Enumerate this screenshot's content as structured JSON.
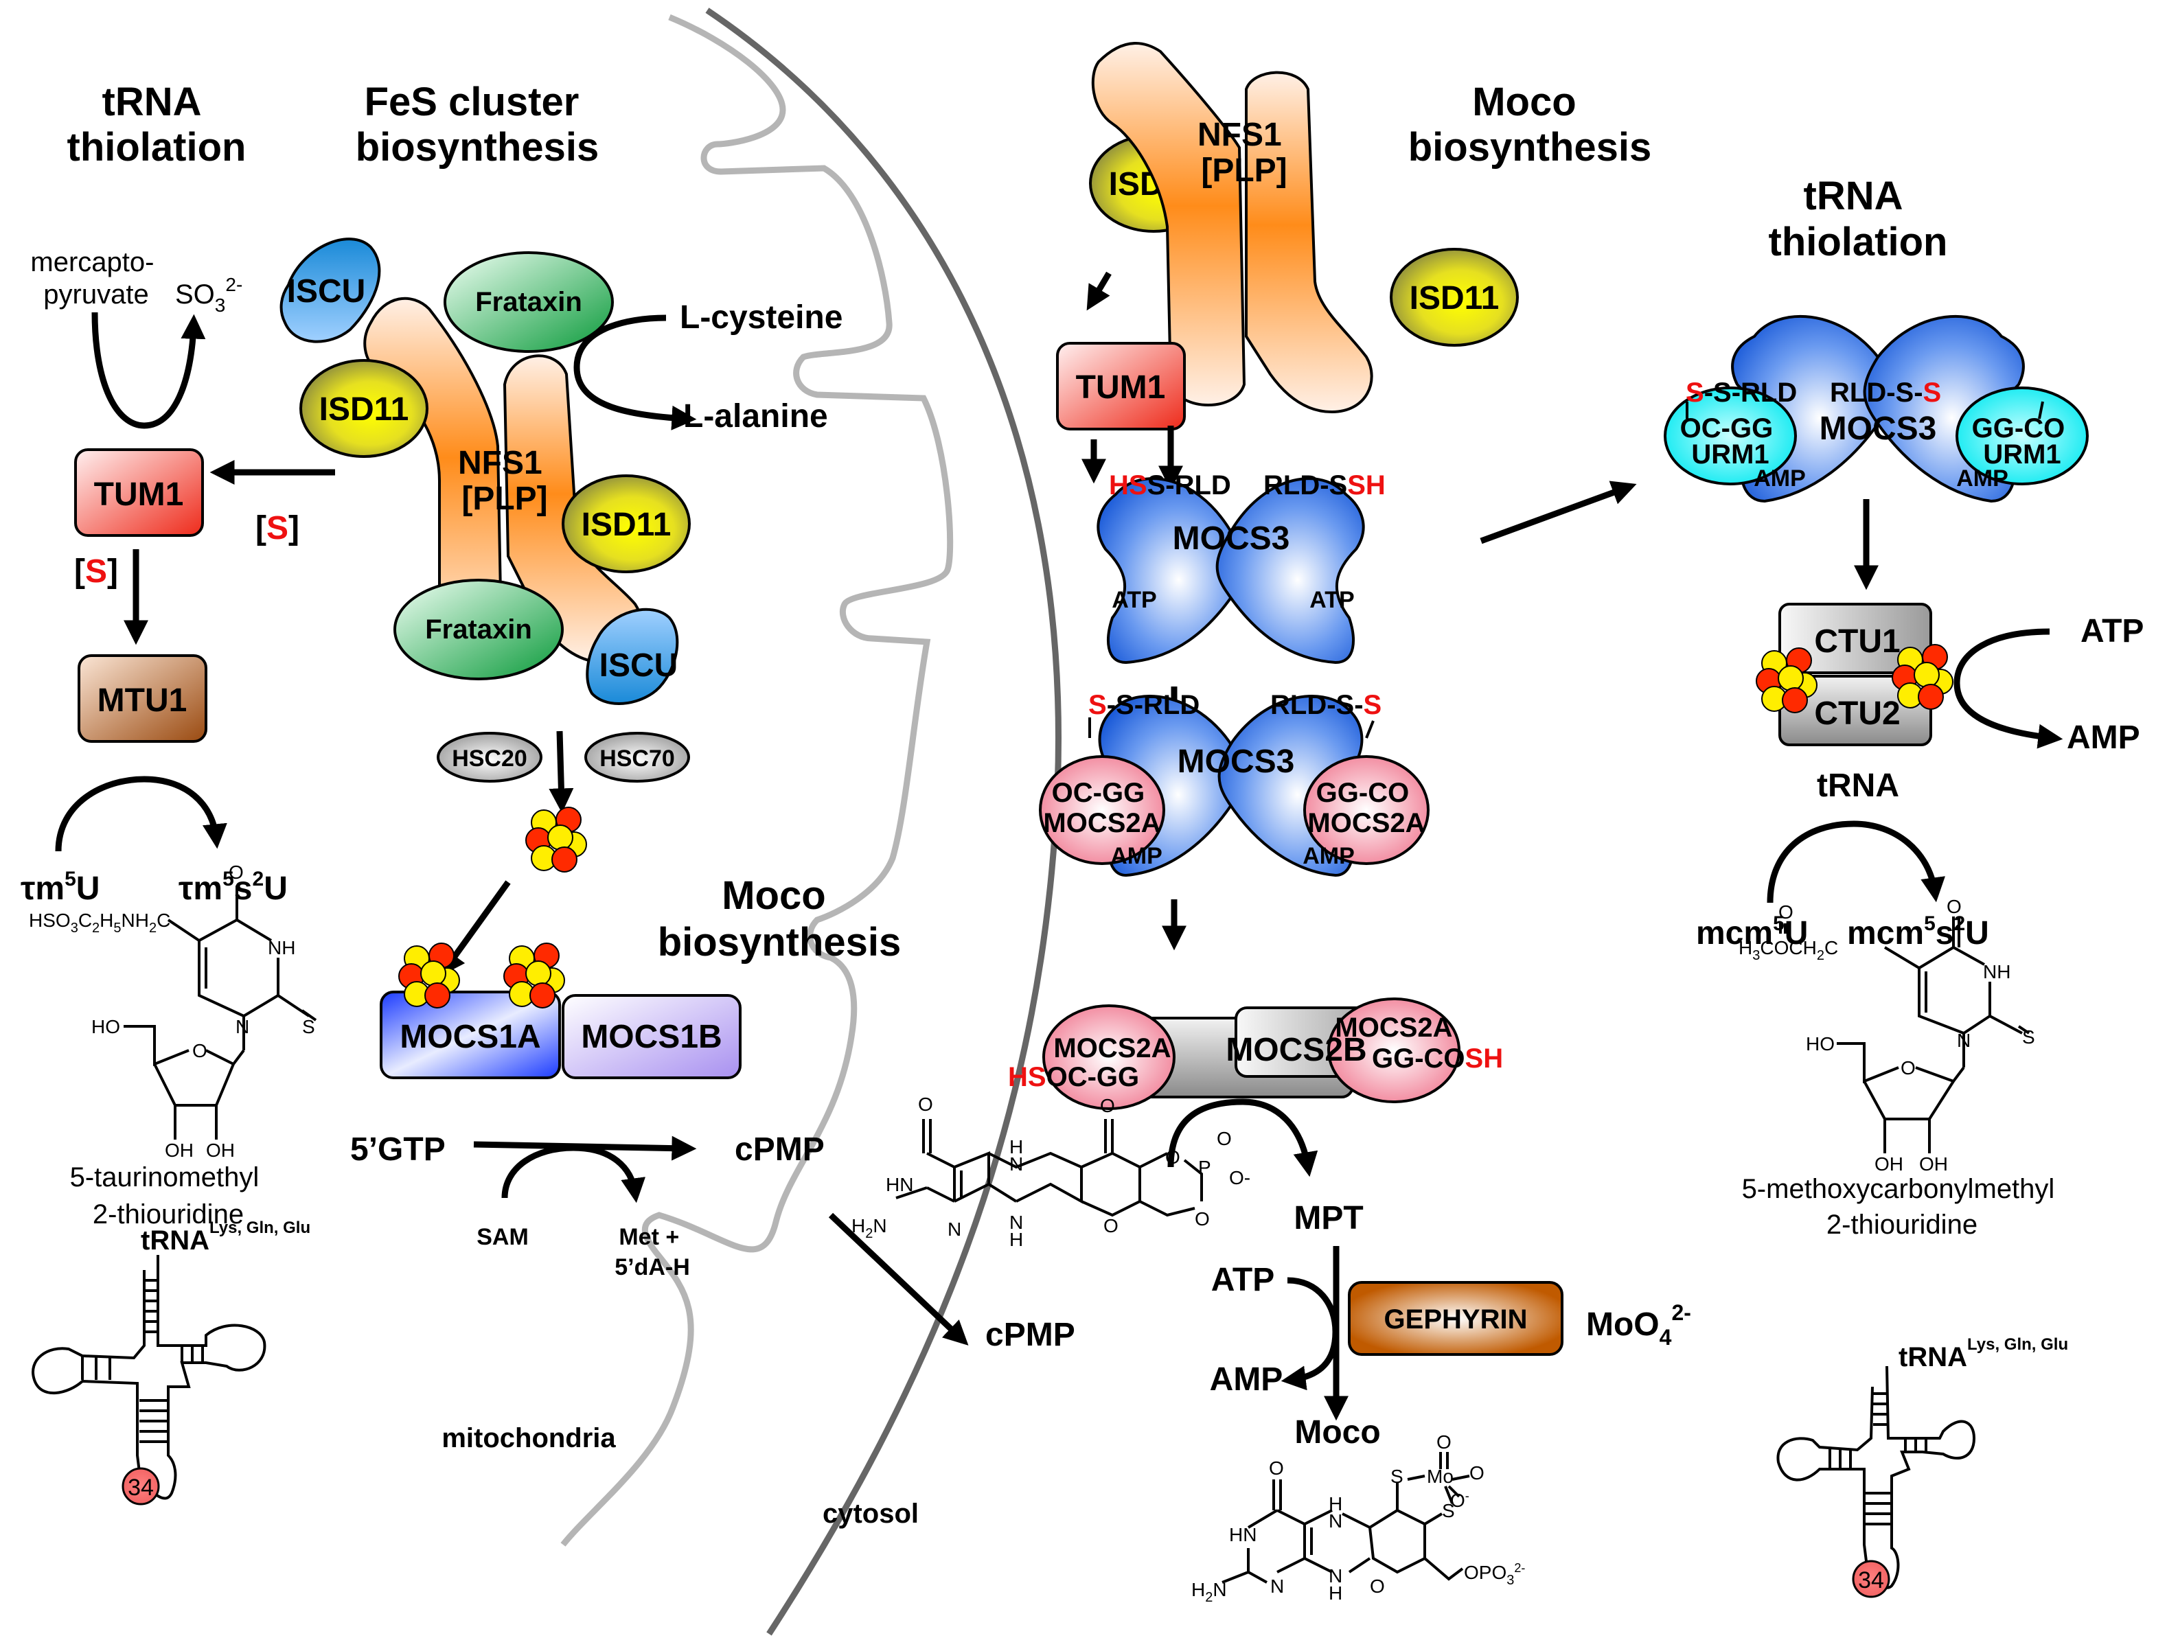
{
  "titles": {
    "trna_left": [
      "tRNA",
      "thiolation"
    ],
    "fes": [
      "FeS cluster",
      "biosynthesis"
    ],
    "moco_mito": [
      "Moco",
      "biosynthesis"
    ],
    "moco_cyto": [
      "Moco",
      "biosynthesis"
    ],
    "trna_right": [
      "tRNA",
      "thiolation"
    ]
  },
  "compartments": {
    "mitochondria": "mitochondria",
    "cytosol": "cytosol"
  },
  "left_panel": {
    "substrate_top": [
      "mercapto-",
      "pyruvate"
    ],
    "product_top": {
      "base": "SO",
      "sub": "3",
      "sup": "2-"
    },
    "tum1": "TUM1",
    "sulfur_label_1": {
      "open": "[",
      "s": "S",
      "close": "]"
    },
    "sulfur_label_2": {
      "open": "[",
      "s": "S",
      "close": "]"
    },
    "mtu1": "MTU1",
    "substrate": {
      "prefix": "τm",
      "sup": "5",
      "suffix": "U"
    },
    "product": {
      "prefix": "τm",
      "sup1": "5",
      "mid": "s",
      "sup2": "2",
      "suffix": "U"
    },
    "nucleoside_substituent": "HSO3C2H5NH2C",
    "nucleoside_name": [
      "5-taurinomethyl",
      "2-thiouridine"
    ],
    "trna_label": "tRNA",
    "trna_sup": "Lys, Gln, Glu",
    "anticodon_position": "34"
  },
  "fes_complex": {
    "iscu": "ISCU",
    "frataxin": "Frataxin",
    "isd11": "ISD11",
    "nfs1": [
      "NFS1",
      "[PLP]"
    ],
    "substrate": "L-cysteine",
    "product": "L-alanine",
    "hsc20": "HSC20",
    "hsc70": "HSC70"
  },
  "moco_mito": {
    "mocs1a": "MOCS1A",
    "mocs1b": "MOCS1B",
    "substrate": "5’GTP",
    "product": "cPMP",
    "cosubstrate": "SAM",
    "coproduct": [
      "Met +",
      "5’dA-H"
    ]
  },
  "moco_cyto": {
    "isd11": "ISD11",
    "nfs1": [
      "NFS1",
      "[PLP]"
    ],
    "tum1": "TUM1",
    "mocs3": "MOCS3",
    "persulfide_left": {
      "red": "HS",
      "black": "S-RLD"
    },
    "persulfide_right": {
      "black": "RLD-S",
      "red": "SH"
    },
    "atp": "ATP",
    "mocs3_complex": {
      "left_top": {
        "red": "S",
        "black": "-S-RLD"
      },
      "right_top": {
        "black": "RLD-S-",
        "red": "S"
      },
      "left_partner": [
        "OC-GG",
        "MOCS2A"
      ],
      "right_partner": [
        "GG-CO",
        "MOCS2A"
      ],
      "amp": "AMP"
    },
    "mocs2b": "MOCS2B",
    "mocs2a": "MOCS2A",
    "left_thiocarboxylate": {
      "red": "HS",
      "black": "OC-GG"
    },
    "right_thiocarboxylate": {
      "black": "GG-CO",
      "red": "SH"
    },
    "cpmp": "cPMP",
    "mpt": "MPT",
    "atp2": "ATP",
    "amp2": "AMP",
    "gephyrin": "GEPHYRIN",
    "molybdate": {
      "base": "MoO",
      "sub": "4",
      "sup": "2-"
    },
    "moco": "Moco"
  },
  "right_panel": {
    "mocs3": "MOCS3",
    "left_top": {
      "red": "S",
      "black": "-S-RLD"
    },
    "right_top": {
      "black": "RLD-S-",
      "red": "S"
    },
    "left_partner": [
      "OC-GG",
      "URM1"
    ],
    "right_partner": [
      "GG-CO",
      "URM1"
    ],
    "amp": "AMP",
    "ctu1": "CTU1",
    "ctu2": "CTU2",
    "atp": "ATP",
    "amp_out": "AMP",
    "trna": "tRNA",
    "substrate": {
      "prefix": "mcm",
      "sup": "5",
      "suffix": "U"
    },
    "product": {
      "prefix": "mcm",
      "sup1": "5",
      "mid": "s",
      "sup2": "2",
      "suffix": "U"
    },
    "nucleoside_name": [
      "5-methoxycarbonylmethyl",
      "2-thiouridine"
    ],
    "trna_label": "tRNA",
    "trna_sup": "Lys, Gln, Glu",
    "anticodon_position": "34"
  },
  "colors": {
    "sulfur_red": "#ee1111",
    "nfs1_orange": "#ff8c1a",
    "isd11_yellow": "#ffff00",
    "isd11_olive": "#8a8a3a",
    "frataxin_green": "#0a9a3a",
    "iscu_blue": "#1a8ad8",
    "tum1_red": "#ee2a1a",
    "mtu1_brown": "#a0561c",
    "mocs3_blue": "#1a5ad8",
    "mocs2a_pink": "#f07890",
    "urm1_cyan": "#00f0f0",
    "gephyrin_brown": "#c05a00",
    "mocs1a_blue": "#1a3aff",
    "mocs1b_violet": "#a890f0",
    "fe_red": "#ff2a00",
    "s_yellow": "#ffee00"
  }
}
